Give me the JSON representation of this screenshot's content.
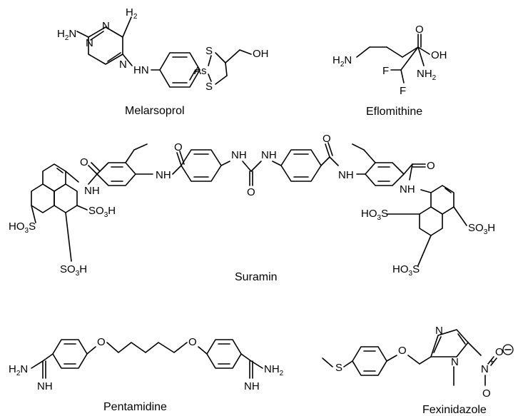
{
  "compounds": {
    "melarsoprol": {
      "name": "Melarsoprol"
    },
    "eflornithine": {
      "name": "Eflomithine"
    },
    "suramin": {
      "name": "Suramin"
    },
    "pentamidine": {
      "name": "Pentamidine"
    },
    "fexinidazole": {
      "name": "Fexinidazole"
    }
  },
  "atoms": {
    "N": "N",
    "NH": "NH",
    "H": "H",
    "HN": "HN",
    "S": "S",
    "As": "As",
    "O": "O",
    "OH": "OH",
    "F": "F",
    "HO": "HO",
    "SO3H_right": "SO₃H"
  }
}
